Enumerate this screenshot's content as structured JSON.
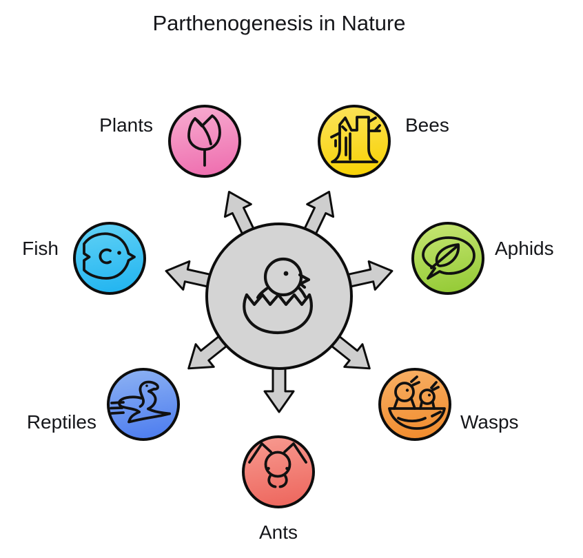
{
  "title": "Parthenogenesis in Nature",
  "center": {
    "name": "hatching-chick",
    "fill": "#d4d4d4"
  },
  "arrow_fill": "#cecece",
  "nodes": [
    {
      "label": "Plants",
      "icon": "rose",
      "color_light": "#f7acd0",
      "color_dark": "#ee6cae"
    },
    {
      "label": "Bees",
      "icon": "tree-stump",
      "color_light": "#fbe35c",
      "color_dark": "#f8d100"
    },
    {
      "label": "Fish",
      "icon": "fish",
      "color_light": "#62d2f6",
      "color_dark": "#1fb3f0"
    },
    {
      "label": "Aphids",
      "icon": "leaf-speech-bubble",
      "color_light": "#c6e673",
      "color_dark": "#92c933"
    },
    {
      "label": "Reptiles",
      "icon": "snake",
      "color_light": "#8db2f3",
      "color_dark": "#4b7bef"
    },
    {
      "label": "Wasps",
      "icon": "nest-chicks",
      "color_light": "#f8b065",
      "color_dark": "#f08a2b"
    },
    {
      "label": "Ants",
      "icon": "ant",
      "color_light": "#f79a90",
      "color_dark": "#ed655c"
    }
  ]
}
